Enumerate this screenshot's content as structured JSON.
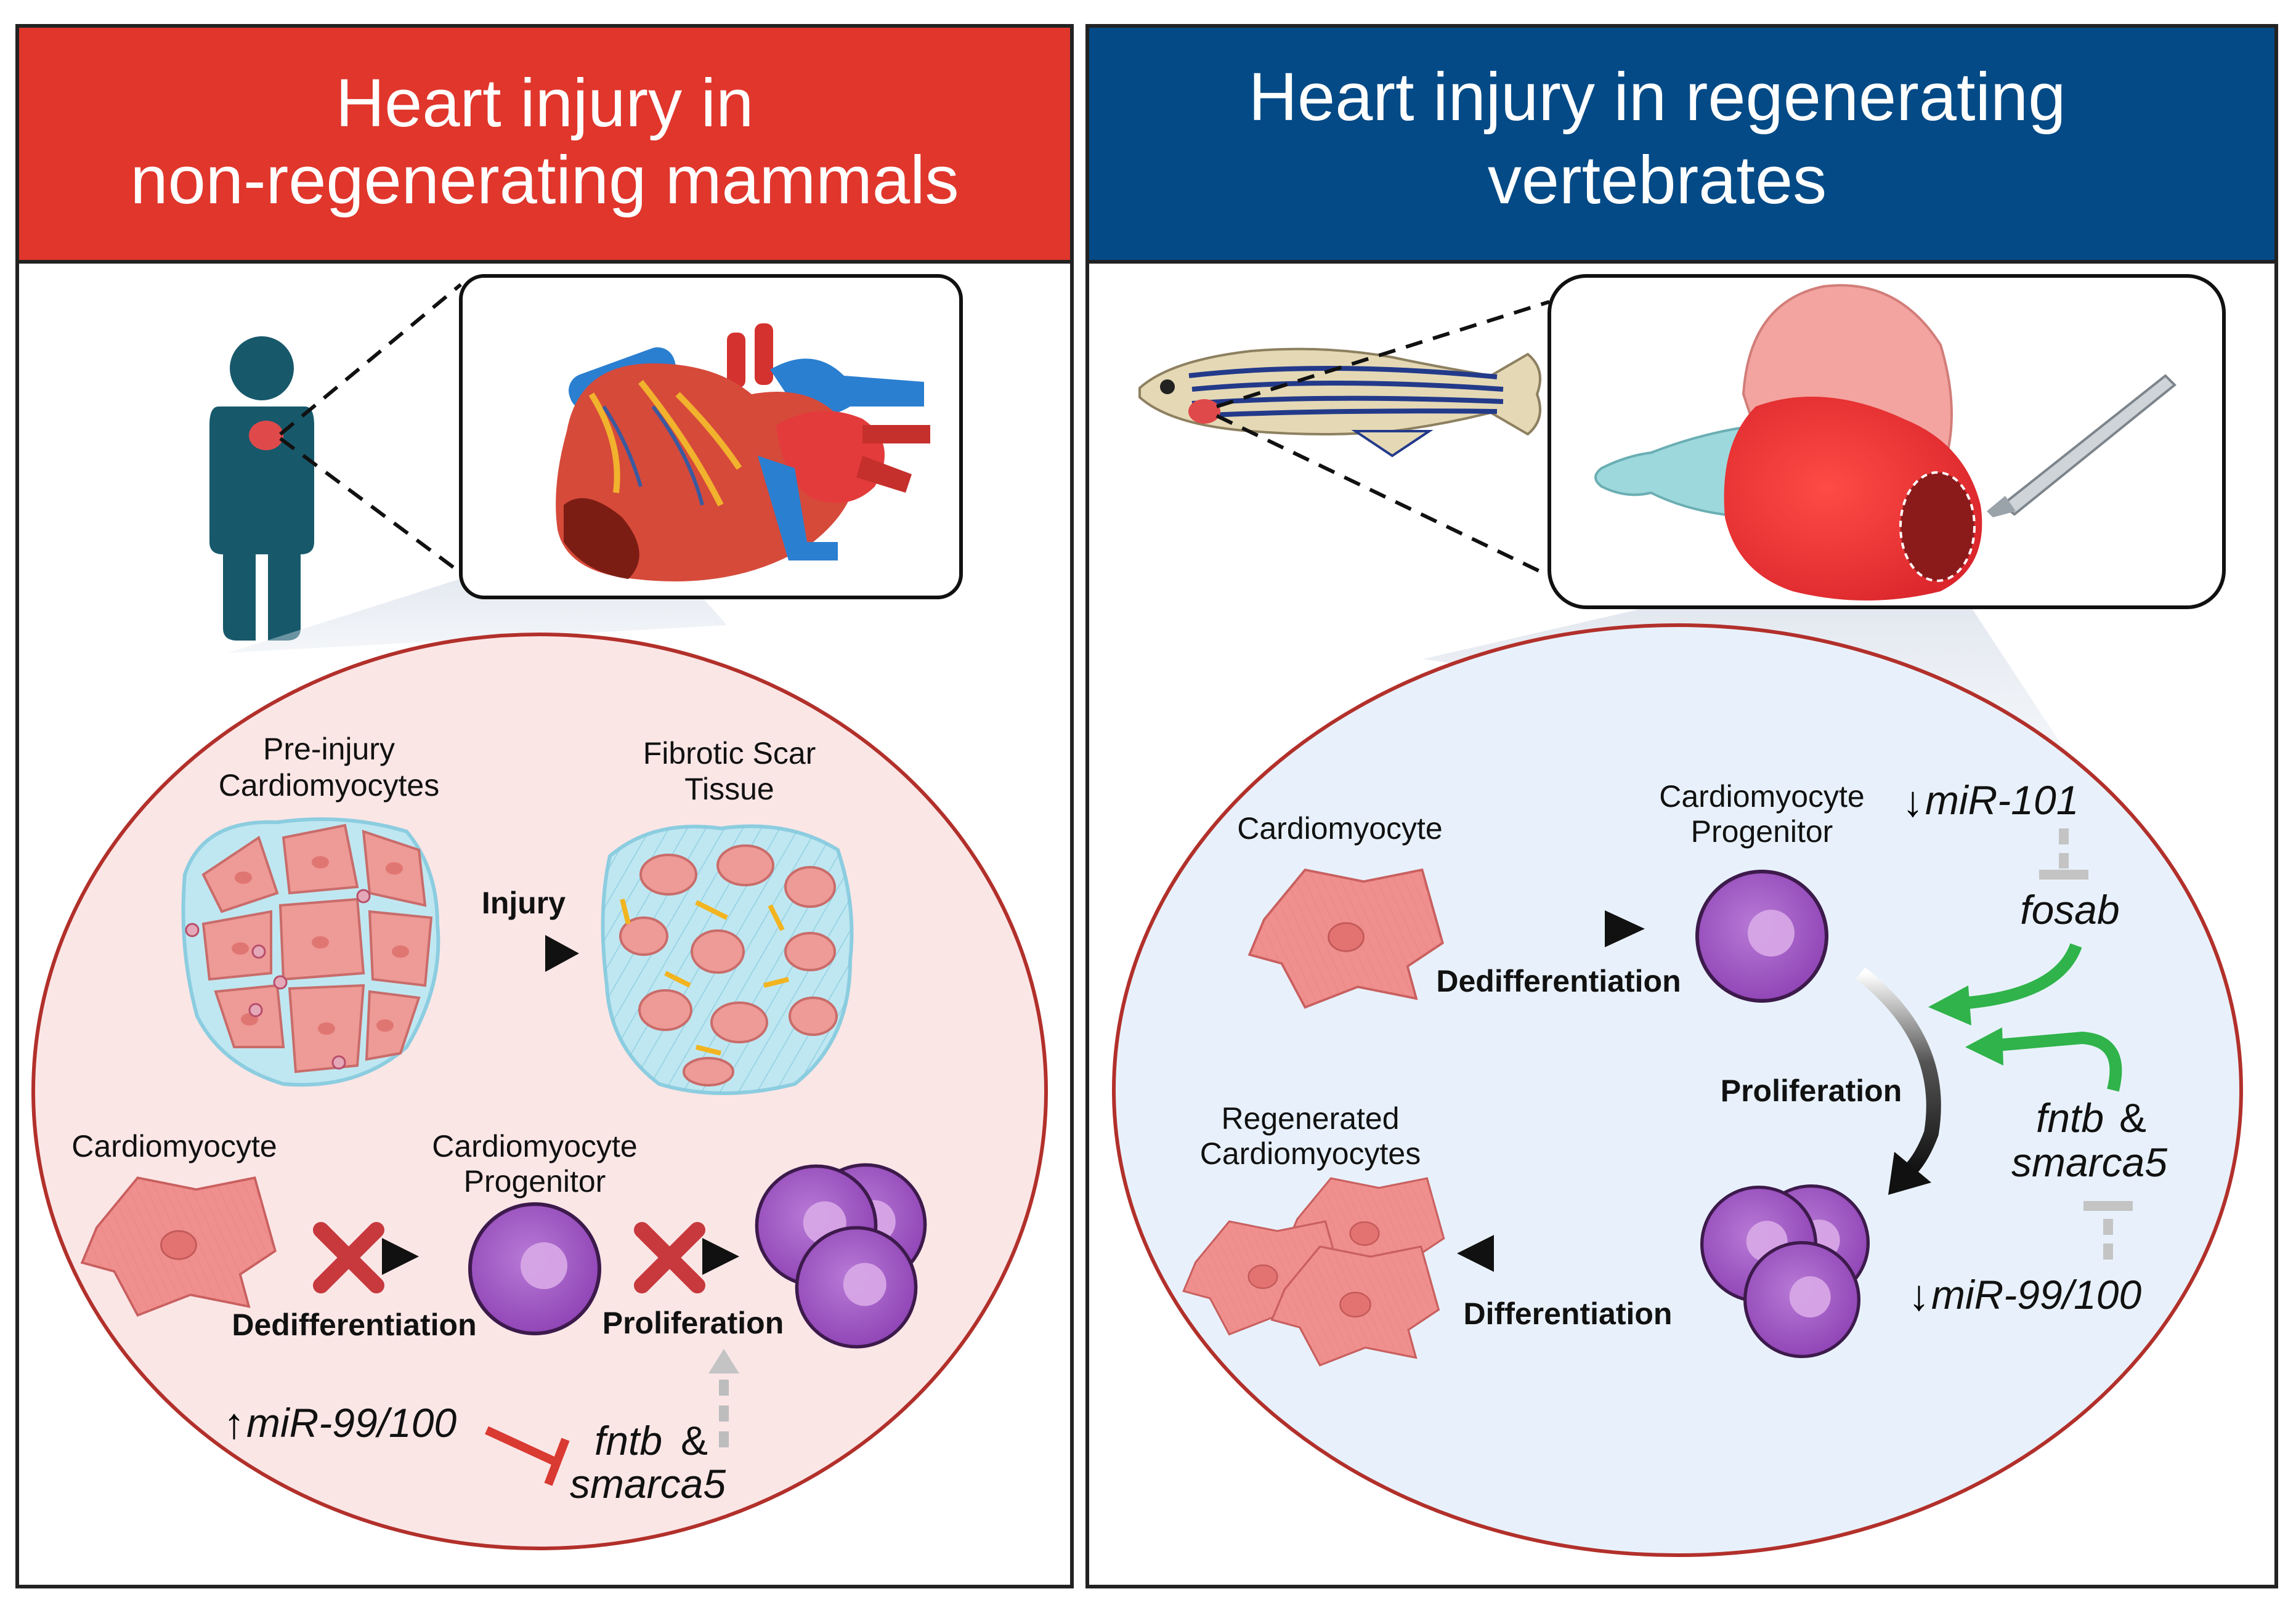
{
  "colors": {
    "left_header": "#e0362c",
    "right_header": "#034a86",
    "left_oval_fill": "#fbe6e6",
    "right_oval_fill": "#e8f1fb",
    "oval_stroke": "#b2302b",
    "inhibit_red": "#d93a32",
    "activate_green": "#2fb34a",
    "progenitor_purple": "#9c52bf",
    "cardiomyocyte_pink": "#ee8e8c",
    "person_teal": "#17596b"
  },
  "left": {
    "title_line1": "Heart injury in",
    "title_line2": "non-regenerating mammals",
    "pre_injury_line1": "Pre-injury",
    "pre_injury_line2": "Cardiomyocytes",
    "scar_line1": "Fibrotic Scar",
    "scar_line2": "Tissue",
    "injury": "Injury",
    "cardiomyocyte": "Cardiomyocyte",
    "progenitor_line1": "Cardiomyocyte",
    "progenitor_line2": "Progenitor",
    "dedifferentiation": "Dedifferentiation",
    "proliferation": "Proliferation",
    "mirna": "miR-99/100",
    "gene_fntb": "fntb",
    "amp": "&",
    "gene_smarca5": "smarca5"
  },
  "right": {
    "title_line1": "Heart injury in regenerating",
    "title_line2": "vertebrates",
    "cardiomyocyte": "Cardiomyocyte",
    "progenitor_line1": "Cardiomyocyte",
    "progenitor_line2": "Progenitor",
    "mir101": "miR-101",
    "fosab": "fosab",
    "dedifferentiation": "Dedifferentiation",
    "proliferation": "Proliferation",
    "gene_fntb": "fntb",
    "amp": "&",
    "gene_smarca5": "smarca5",
    "regenerated_line1": "Regenerated",
    "regenerated_line2": "Cardiomyocytes",
    "differentiation": "Differentiation",
    "mir99": "miR-99/100"
  }
}
